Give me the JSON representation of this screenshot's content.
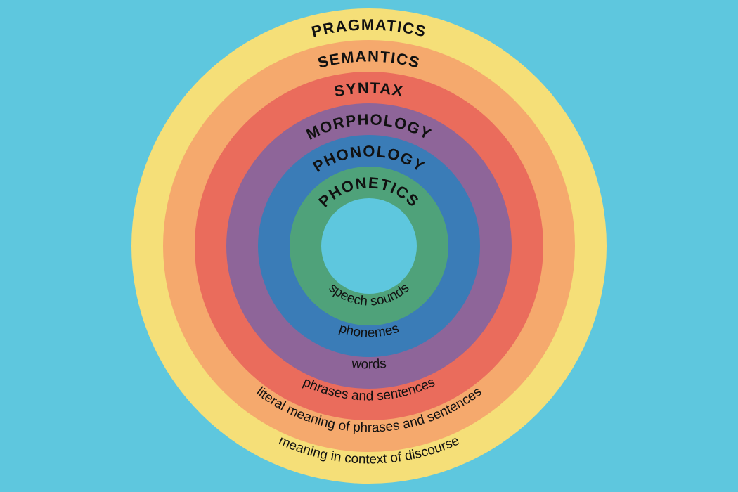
{
  "colors": {
    "background": "#5ec7de",
    "text": "#111111"
  },
  "layers": [
    {
      "id": "pragmatics",
      "title": "PRAGMATICS",
      "description": "meaning in context of discourse",
      "color": "#f5df78"
    },
    {
      "id": "semantics",
      "title": "SEMANTICS",
      "description": "literal meaning of phrases and sentences",
      "color": "#f5a96d"
    },
    {
      "id": "syntax",
      "title": "SYNTAX",
      "description": "phrases and sentences",
      "color": "#ea6c5c"
    },
    {
      "id": "morphology",
      "title": "MORPHOLOGY",
      "description": "words",
      "color": "#8e6599"
    },
    {
      "id": "phonology",
      "title": "PHONOLOGY",
      "description": "phonemes",
      "color": "#3a7cb7"
    },
    {
      "id": "phonetics",
      "title": "PHONETICS",
      "description": "speech sounds",
      "color": "#4fa27a"
    }
  ]
}
